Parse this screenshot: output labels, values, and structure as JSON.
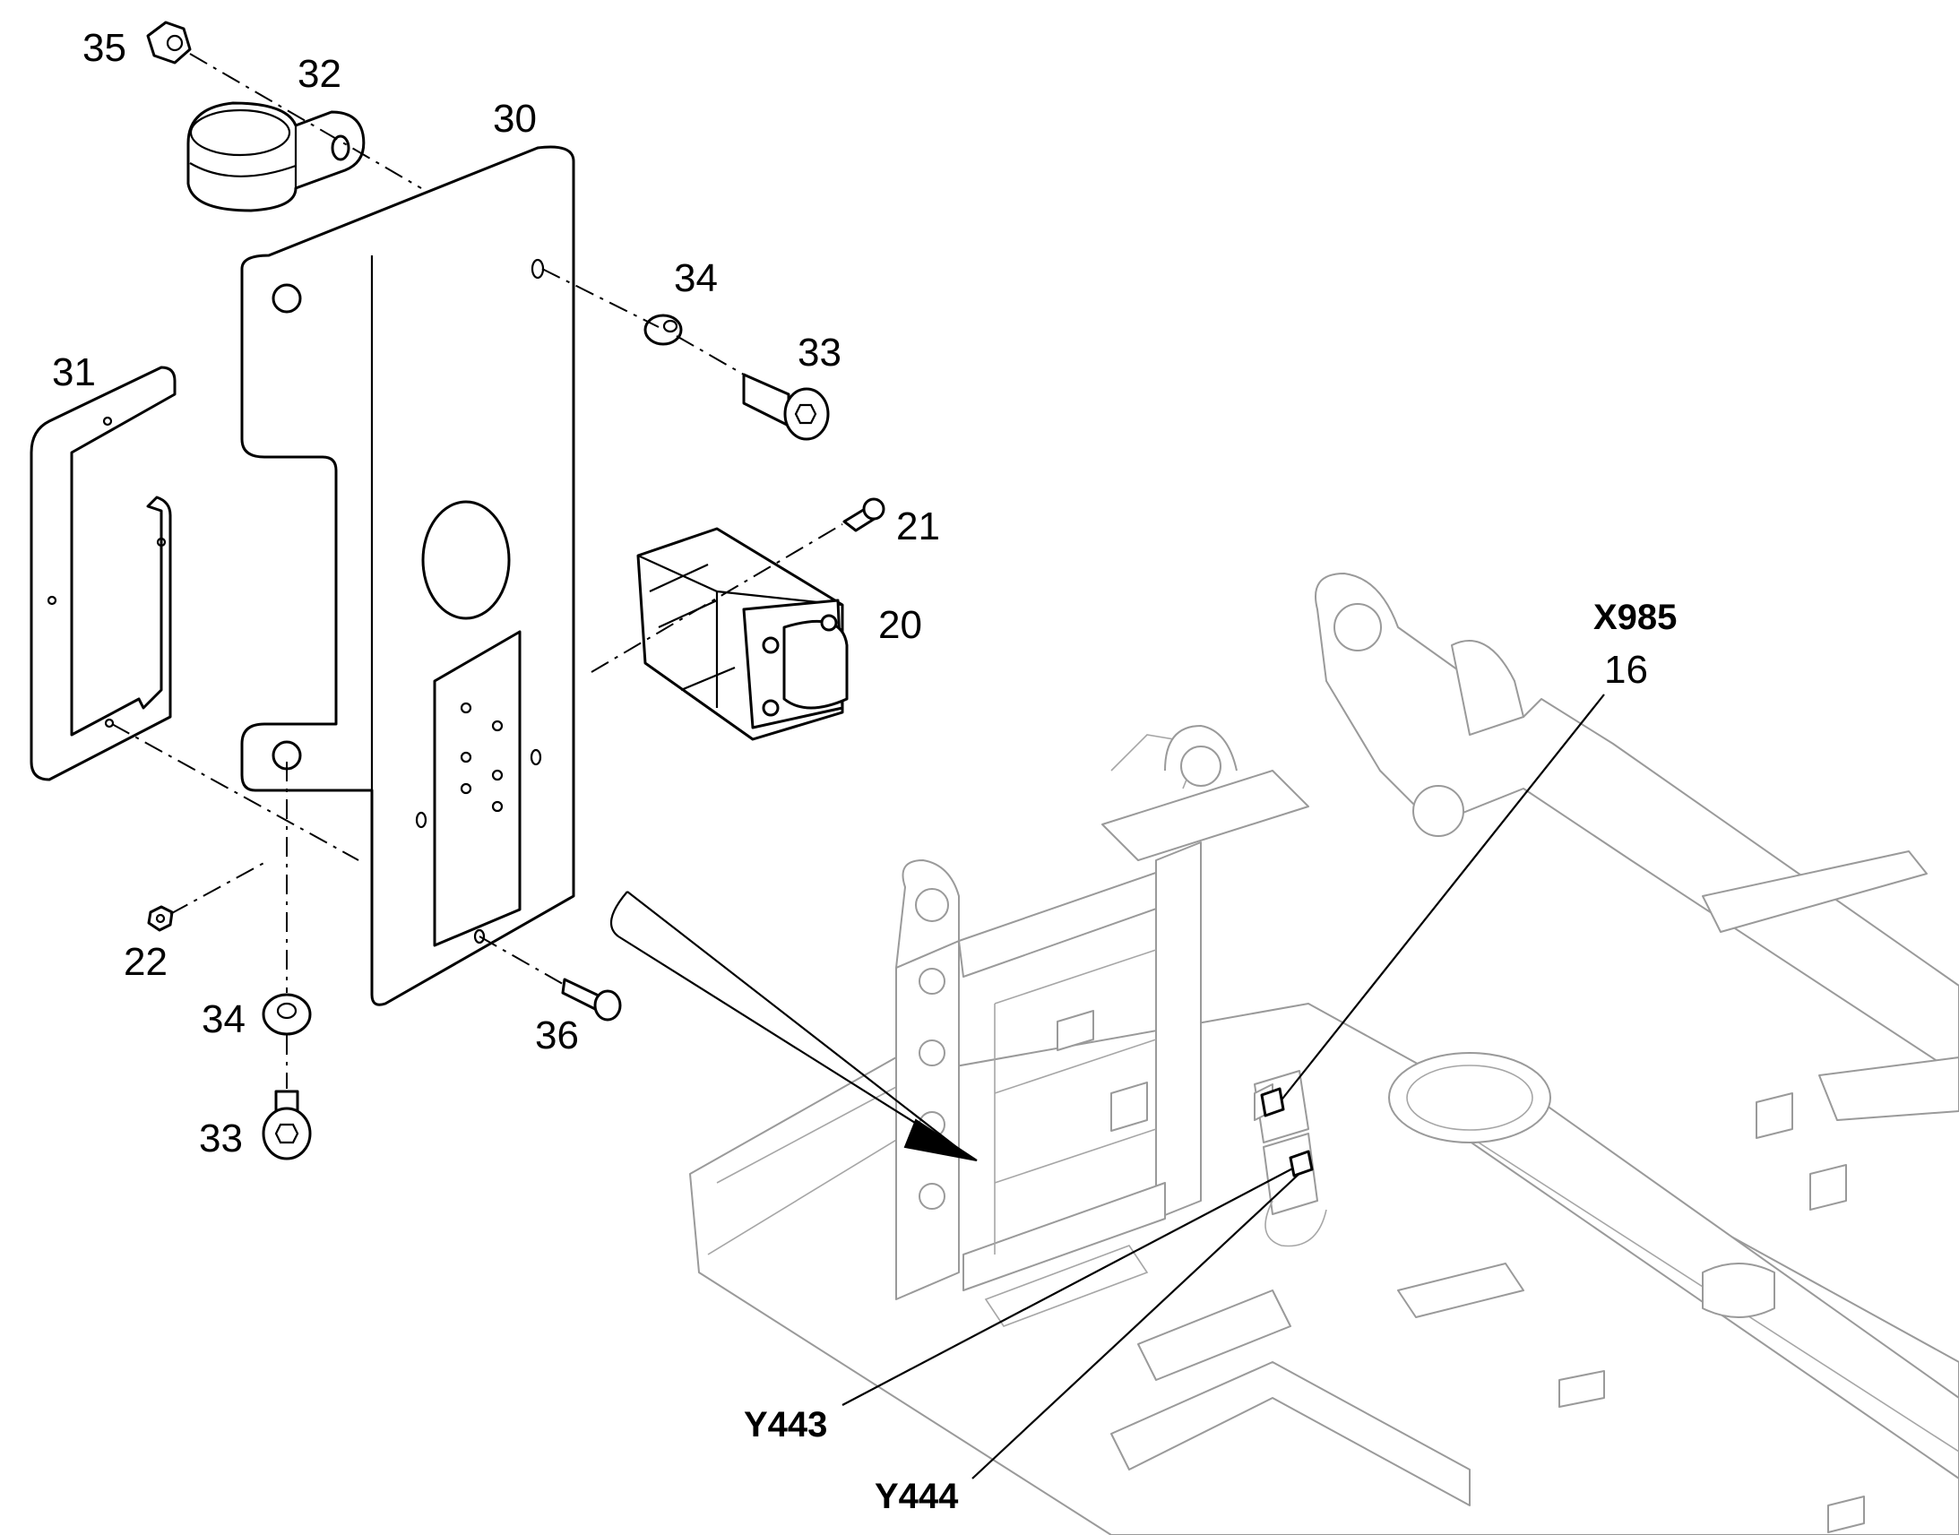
{
  "callouts": {
    "n35": "35",
    "n32": "32",
    "n30": "30",
    "n34a": "34",
    "n33a": "33",
    "n31": "31",
    "n21": "21",
    "n20": "20",
    "n22": "22",
    "n34b": "34",
    "n36": "36",
    "n33b": "33",
    "x985": "X985",
    "n16": "16",
    "y443": "Y443",
    "y444": "Y444"
  }
}
